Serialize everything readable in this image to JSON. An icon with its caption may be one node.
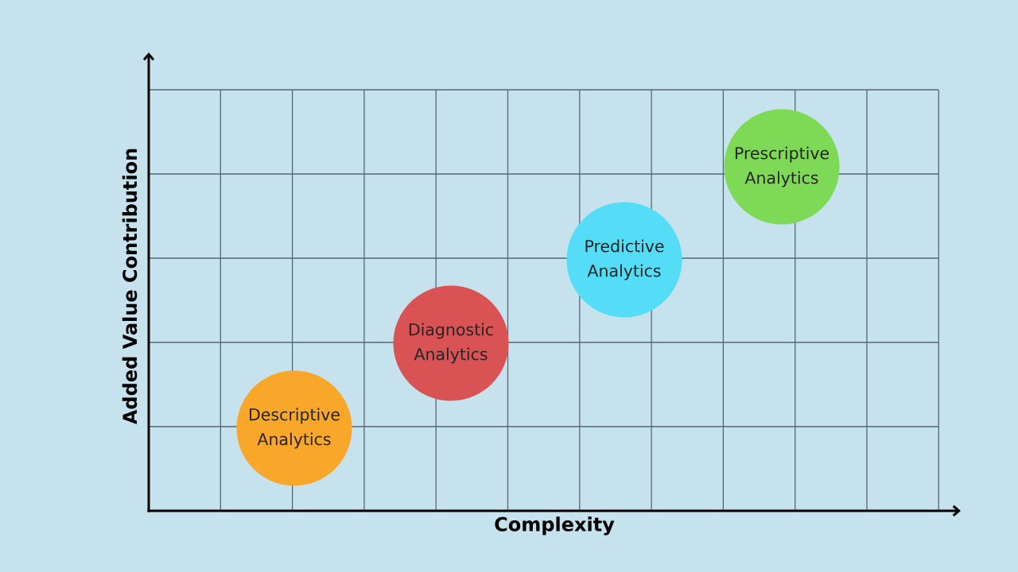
{
  "diagram": {
    "nodes": [
      {
        "text": [
          "Descriptive Analytics"
        ]
      },
      {
        "text": [
          "Diagnostic Analytics"
        ]
      },
      {
        "text": [
          "Predictive Analytics"
        ]
      },
      {
        "text": [
          "Prescriptive Analytics"
        ]
      }
    ],
    "labels": [
      "Added Value Contribution",
      "Complexity"
    ]
  }
}
